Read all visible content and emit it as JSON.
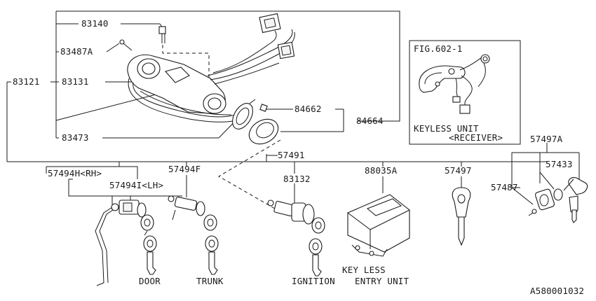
{
  "parts": {
    "p83140": "83140",
    "p83487A": "83487A",
    "p83131": "83131",
    "p83121": "83121",
    "p83473": "83473",
    "p84662": "84662",
    "p84664": "84664",
    "p57491": "57491",
    "p57494H": "57494H<RH>",
    "p57494I": "57494I<LH>",
    "p57494F": "57494F",
    "p83132": "83132",
    "p88035A": "88035A",
    "p57497": "57497",
    "p57497A": "57497A",
    "p57433": "57433",
    "p57487": "57487"
  },
  "captions": {
    "door": "DOOR",
    "trunk": "TRUNK",
    "ignition": "IGNITION",
    "keyless_line1": "KEY LESS",
    "keyless_line2": "ENTRY UNIT"
  },
  "inset": {
    "fig": "FIG.602-1",
    "line1": "KEYLESS UNIT",
    "line2": "<RECEIVER>"
  },
  "diagram_id": "A580001032"
}
